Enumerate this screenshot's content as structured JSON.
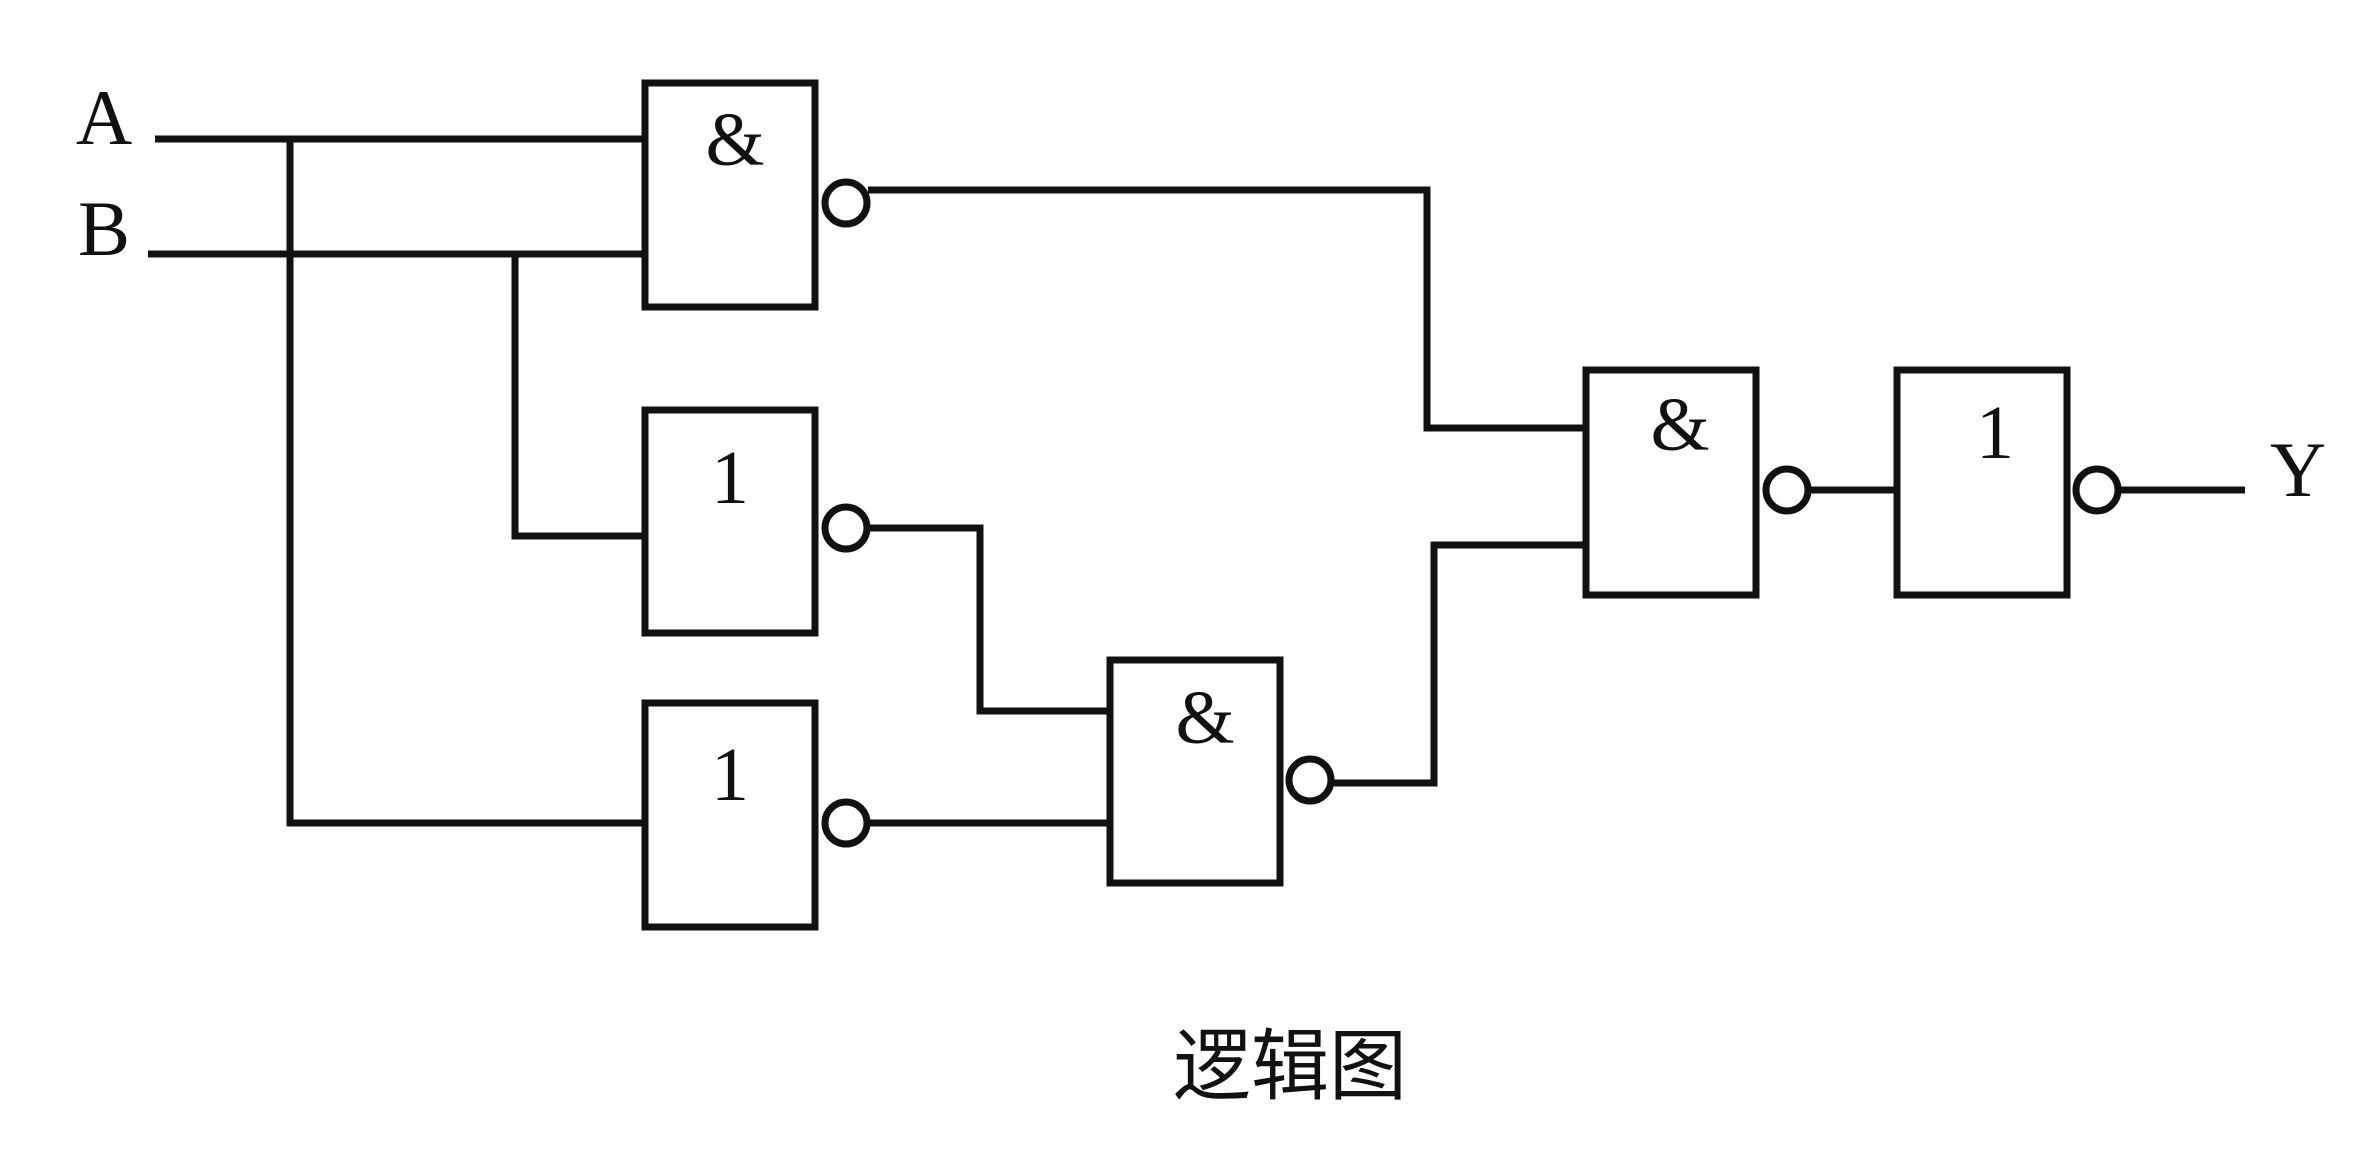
{
  "inputs": {
    "a": "A",
    "b": "B"
  },
  "output": {
    "y": "Y"
  },
  "gates": {
    "g1": "&",
    "g2": "1",
    "g3": "1",
    "g4": "&",
    "g5": "&",
    "g6": "1"
  },
  "caption": "逻辑图",
  "colors": {
    "ink": "#111111",
    "background": "#ffffff"
  }
}
